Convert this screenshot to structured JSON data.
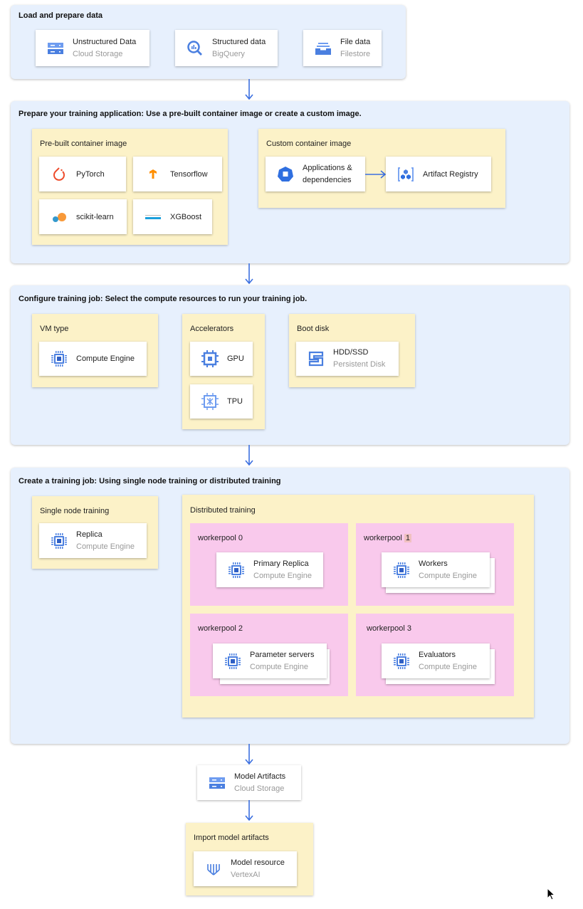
{
  "colors": {
    "section_bg": "#e7f0fd",
    "group_bg": "#fcf2c8",
    "workerpool_bg": "#f9c9ec",
    "icon_blue": "#4a7fe0",
    "arrow": "#3b6fe0"
  },
  "load": {
    "title": "Load and prepare data",
    "cards": [
      {
        "name": "Unstructured Data",
        "sub": "Cloud Storage",
        "icon": "storage-icon"
      },
      {
        "name": "Structured data",
        "sub": "BigQuery",
        "icon": "bigquery-icon"
      },
      {
        "name": "File data",
        "sub": "Filestore",
        "icon": "filestore-icon"
      }
    ]
  },
  "prepare": {
    "title": "Prepare your training application: Use a pre-built container image or create a custom image.",
    "prebuilt": {
      "title": "Pre-built container image",
      "items": [
        "PyTorch",
        "Tensorflow",
        "scikit-learn",
        "XGBoost"
      ]
    },
    "custom": {
      "title": "Custom container image",
      "app": "Applications & dependencies",
      "registry": "Artifact Registry"
    }
  },
  "configure": {
    "title": "Configure training job: Select the compute resources to run your training job.",
    "vm": {
      "title": "VM type",
      "card": "Compute Engine"
    },
    "accel": {
      "title": "Accelerators",
      "gpu": "GPU",
      "tpu": "TPU"
    },
    "disk": {
      "title": "Boot disk",
      "card": "HDD/SSD",
      "sub": "Persistent Disk"
    }
  },
  "create": {
    "title": "Create a training job: Using single node training or distributed training",
    "single": {
      "title": "Single node training",
      "card": "Replica",
      "sub": "Compute Engine"
    },
    "distributed": {
      "title": "Distributed training",
      "pools": [
        {
          "label": "workerpool 0",
          "card": "Primary Replica",
          "sub": "Compute Engine"
        },
        {
          "label": "workerpool",
          "num": "1",
          "card": "Workers",
          "sub": "Compute Engine"
        },
        {
          "label": "workerpool 2",
          "card": "Parameter servers",
          "sub": "Compute Engine"
        },
        {
          "label": "workerpool 3",
          "card": "Evaluators",
          "sub": "Compute Engine"
        }
      ]
    }
  },
  "artifacts": {
    "card": "Model Artifacts",
    "sub": "Cloud Storage"
  },
  "import": {
    "title": "Import model artifacts",
    "card": "Model resource",
    "sub": "VertexAI"
  }
}
